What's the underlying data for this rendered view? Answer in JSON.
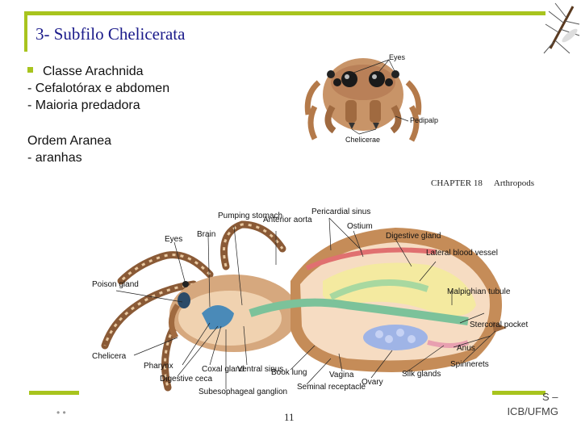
{
  "slide": {
    "title": "3- Subfilo Chelicerata",
    "lines": [
      "Classe Arachnida",
      "- Cefalotórax e abdomen",
      "- Maioria predadora"
    ],
    "order_title": "Ordem Aranea",
    "order_item": "- aranhas",
    "page_number": "11",
    "corner_text_1": "S –",
    "corner_text_2": "ICB/UFMG",
    "corner_fragment": "• •"
  },
  "face_figure": {
    "labels": {
      "eyes": "Eyes",
      "pedipalp": "Pedipalp",
      "chelicerae": "Chelicerae"
    }
  },
  "book_header": {
    "chapter": "CHAPTER 18",
    "title": "Arthropods"
  },
  "anatomy": {
    "labels": {
      "pumping_stomach": "Pumping stomach",
      "anterior_aorta": "Anterior aorta",
      "pericardial_sinus": "Pericardial sinus",
      "ostium": "Ostium",
      "brain": "Brain",
      "eyes": "Eyes",
      "digestive_gland": "Digestive gland",
      "lateral_blood_vessel": "Lateral blood vessel",
      "poison_gland": "Poison gland",
      "malpighian_tubule": "Malpighian tubule",
      "stercoral_pocket": "Stercoral pocket",
      "chelicera": "Chelicera",
      "anus": "Anus",
      "pharynx": "Pharynx",
      "coxal_gland": "Coxal gland",
      "ventral_sinus": "Ventral sinus",
      "book_lung": "Book lung",
      "spinnerets": "Spinnerets",
      "digestive_ceca": "Digestive ceca",
      "subesophageal_ganglion": "Subesophageal ganglion",
      "vagina": "Vagina",
      "silk_glands": "Silk glands",
      "seminal_receptacle": "Seminal receptacle",
      "ovary": "Ovary"
    }
  }
}
